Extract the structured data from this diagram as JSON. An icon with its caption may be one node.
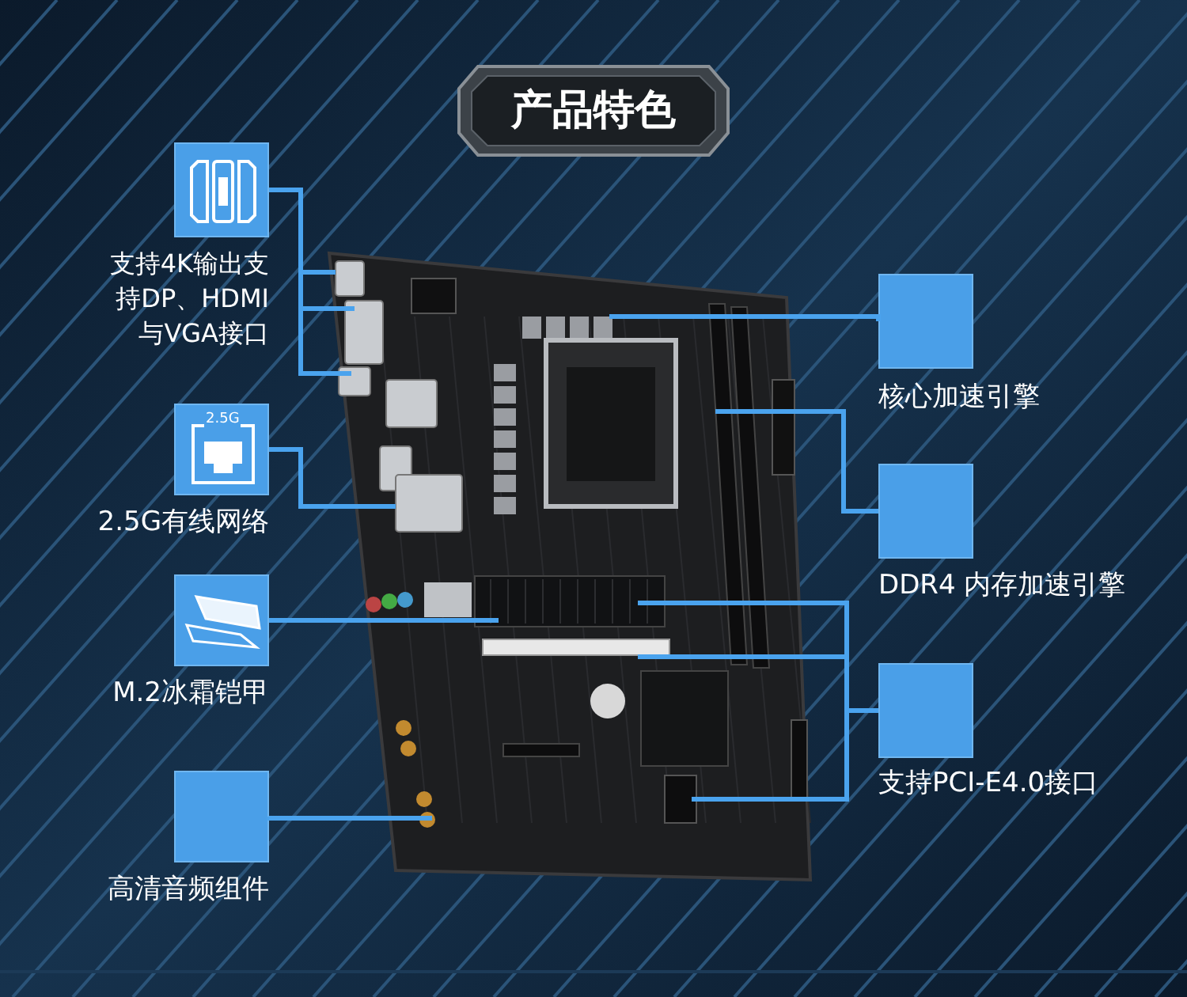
{
  "diagram": {
    "title": "产品特色",
    "nodes": [
      {
        "text": [],
        "shape": "picture"
      },
      {
        "text": [],
        "shape": "picture",
        "beside": [
          "支持4K输出支持DP、HDMI与VGA接口"
        ]
      },
      {
        "text": [
          "2.5G"
        ],
        "beside": [
          "2.5G有线网络"
        ]
      },
      {
        "text": [],
        "shape": "picture",
        "beside": [
          "M.2冰霜铠甲"
        ]
      },
      {
        "text": [],
        "shape": "box",
        "beside": [
          "高清音频组件"
        ]
      },
      {
        "text": [],
        "shape": "box",
        "beside": [
          "核心加速引擎"
        ]
      },
      {
        "text": [],
        "shape": "box",
        "beside": [
          "DDR4 内存加速引擎"
        ]
      },
      {
        "text": [],
        "shape": "box",
        "beside": [
          "支持PCI-E4.0接口"
        ]
      }
    ],
    "edges": [
      {
        "from": 1,
        "to": 0,
        "arrow": "none"
      },
      {
        "from": 1,
        "to": 0,
        "arrow": "none"
      },
      {
        "from": 1,
        "to": 0,
        "arrow": "none"
      },
      {
        "from": 2,
        "to": 0,
        "arrow": "none"
      },
      {
        "from": 3,
        "to": 0,
        "arrow": "none"
      },
      {
        "from": 4,
        "to": 0,
        "arrow": "none"
      },
      {
        "from": 5,
        "to": 0,
        "arrow": "none"
      },
      {
        "from": 6,
        "to": 0,
        "arrow": "none"
      },
      {
        "from": 7,
        "to": 0,
        "arrow": "none"
      },
      {
        "from": 7,
        "to": 0,
        "arrow": "none"
      },
      {
        "from": 7,
        "to": 0,
        "arrow": "none"
      }
    ]
  }
}
